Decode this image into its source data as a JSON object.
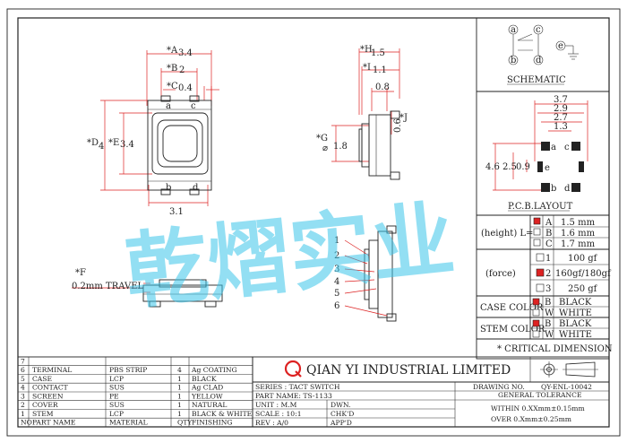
{
  "front_view": {
    "dim_A": "*A",
    "dim_A_val": "3.4",
    "dim_B": "*B",
    "dim_B_val": "2",
    "dim_C": "*C",
    "dim_C_val": "0.4",
    "dim_D": "*D",
    "dim_D_val": "4",
    "dim_E": "*E",
    "dim_E_val": "3.4",
    "bottom": "3.1",
    "pin_a": "a",
    "pin_b": "b",
    "pin_c": "c",
    "pin_d": "d"
  },
  "side_view": {
    "dim_H": "*H",
    "dim_H_val": "1.5",
    "dim_I": "*I",
    "dim_I_val": "1.1",
    "dim_08": "0.8",
    "dim_J": "*J",
    "dim_J_val": "0.6",
    "dim_G": "*G",
    "dim_G_val": "1.8"
  },
  "travel": {
    "label": "*F",
    "value": "0.2mm TRAVEL"
  },
  "exploded": {
    "numbers": [
      "1",
      "2",
      "3",
      "4",
      "5",
      "6"
    ]
  },
  "schematic": {
    "title": "SCHEMATIC",
    "nodes": [
      "a",
      "b",
      "c",
      "d",
      "e"
    ]
  },
  "pcb": {
    "title": "P.C.B.LAYOUT",
    "top_dims": [
      "3.7",
      "2.9",
      "2.7",
      "1.3"
    ],
    "side_dims": [
      "4.6",
      "2.5",
      "0.9"
    ],
    "pads": [
      "a",
      "b",
      "c",
      "d",
      "e"
    ]
  },
  "height": {
    "label": "(height) L=",
    "options": [
      {
        "code": "A",
        "value": "1.5 mm",
        "selected": true
      },
      {
        "code": "B",
        "value": "1.6 mm",
        "selected": false
      },
      {
        "code": "C",
        "value": "1.7 mm",
        "selected": false
      }
    ]
  },
  "force": {
    "label": "(force)",
    "options": [
      {
        "code": "1",
        "value": "100 gf",
        "selected": false
      },
      {
        "code": "2",
        "value": "160gf/180gf",
        "selected": true
      },
      {
        "code": "3",
        "value": "250 gf",
        "selected": false
      }
    ]
  },
  "case_color": {
    "label": "CASE COLOR",
    "options": [
      {
        "code": "B",
        "value": "BLACK",
        "selected": true
      },
      {
        "code": "W",
        "value": "WHITE",
        "selected": false
      }
    ]
  },
  "stem_color": {
    "label": "STEM COLOR",
    "options": [
      {
        "code": "B",
        "value": "BLACK",
        "selected": true
      },
      {
        "code": "W",
        "value": "WHITE",
        "selected": false
      }
    ]
  },
  "critical_note": "* CRITICAL DIMENSION",
  "watermark": "乾熠实业",
  "bom": {
    "rows": [
      {
        "no": "7",
        "name": "",
        "material": "",
        "qty": "",
        "finishing": ""
      },
      {
        "no": "6",
        "name": "TERMINAL",
        "material": "PBS STRIP",
        "qty": "4",
        "finishing": "Ag COATING"
      },
      {
        "no": "5",
        "name": "CASE",
        "material": "LCP",
        "qty": "1",
        "finishing": "BLACK"
      },
      {
        "no": "4",
        "name": "CONTACT",
        "material": "SUS",
        "qty": "1",
        "finishing": "Ag CLAD"
      },
      {
        "no": "3",
        "name": "SCREEN",
        "material": "PE",
        "qty": "1",
        "finishing": "YELLOW"
      },
      {
        "no": "2",
        "name": "COVER",
        "material": "SUS",
        "qty": "1",
        "finishing": "NATURAL"
      },
      {
        "no": "1",
        "name": "STEM",
        "material": "LCP",
        "qty": "1",
        "finishing": "BLACK & WHITE"
      }
    ],
    "header": {
      "no": "NO",
      "name": "PART NAME",
      "material": "MATERIAL",
      "qty": "QTY",
      "finishing": "FINISHING"
    }
  },
  "title_block": {
    "company": "QIAN YI INDUSTRIAL LIMITED",
    "series": "SERIES : TACT SWITCH",
    "part_name": "PART NAME: TS-1133",
    "unit": "UNIT : M.M",
    "scale": "SCALE : 10:1",
    "rev": "REV  : A/0",
    "dwn": "DWN.",
    "chkd": "CHK'D",
    "appd": "APP'D",
    "drawing_no_label": "DRAWING NO.",
    "drawing_no": "QY-ENL-10042",
    "general_tolerance": "GENERAL TOLERANCE",
    "tol1": "WITHIN 0.XXmm±0.15mm",
    "tol2": "OVER   0.Xmm±0.25mm"
  }
}
